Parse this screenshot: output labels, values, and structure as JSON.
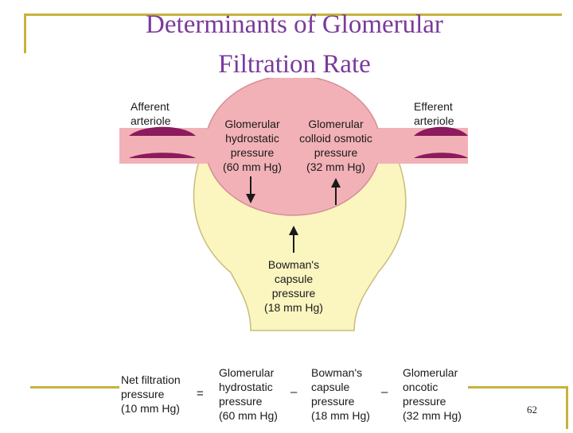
{
  "slide": {
    "title_line1": "Determinants of Glomerular",
    "title_line2": "Filtration Rate",
    "page_number": "62",
    "title_color": "#7a3a9a",
    "rule_color": "#c8b23e"
  },
  "diagram": {
    "afferent": [
      "Afferent",
      "arteriole"
    ],
    "efferent": [
      "Efferent",
      "arteriole"
    ],
    "ghp": [
      "Glomerular",
      "hydrostatic",
      "pressure",
      "(60 mm Hg)"
    ],
    "gcop": [
      "Glomerular",
      "colloid osmotic",
      "pressure",
      "(32 mm Hg)"
    ],
    "bcp": [
      "Bowman's",
      "capsule",
      "pressure",
      "(18 mm Hg)"
    ],
    "colors": {
      "glomerulus": "#f2b1b6",
      "capsule": "#fbf5c0",
      "arteriole_wall": "#8c1a5e",
      "outline": "#c99a9e"
    }
  },
  "equation": {
    "nfp": [
      "Net filtration",
      "pressure",
      "(10 mm Hg)"
    ],
    "equals": "=",
    "term1": [
      "Glomerular",
      "hydrostatic",
      "pressure",
      "(60 mm Hg)"
    ],
    "minus1": "–",
    "term2": [
      "Bowman's",
      "capsule",
      "pressure",
      "(18 mm Hg)"
    ],
    "minus2": "–",
    "term3": [
      "Glomerular",
      "oncotic",
      "pressure",
      "(32 mm Hg)"
    ]
  }
}
